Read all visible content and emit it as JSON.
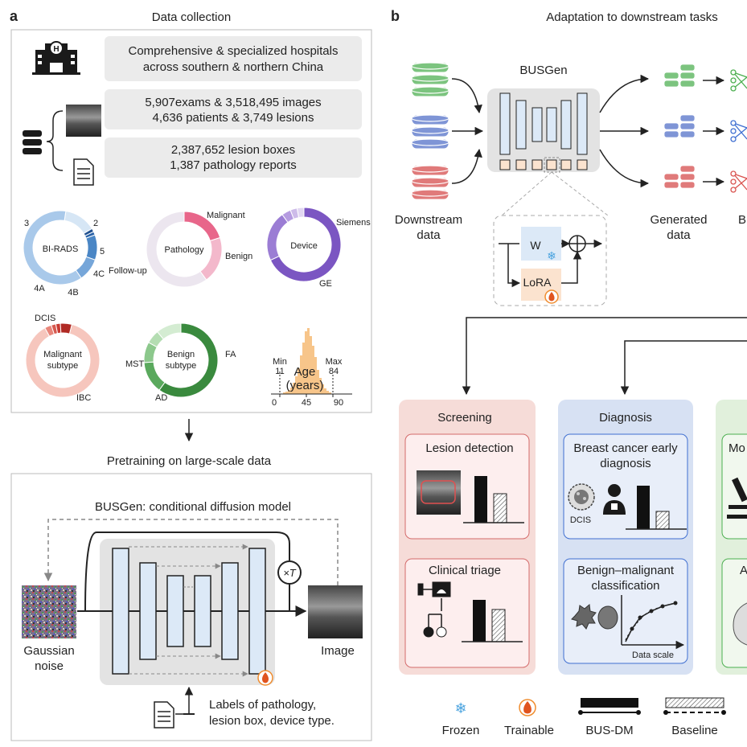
{
  "panel_a": {
    "letter": "a",
    "data_collection_title": "Data collection",
    "hospitals": [
      "Comprehensive & specialized hospitals",
      "across southern & northern China"
    ],
    "exams": [
      "5,907exams & 3,518,495 images",
      "4,636 patients & 3,749 lesions"
    ],
    "boxes": [
      "2,387,652 lesion boxes",
      "1,387 pathology reports"
    ],
    "donuts": {
      "birads": {
        "center": "BI-RADS",
        "labels": [
          "3",
          "2",
          "5",
          "4C",
          "4B",
          "4A"
        ]
      },
      "pathology": {
        "center": "Pathology",
        "labels": [
          "Malignant",
          "Benign",
          "Follow-up"
        ]
      },
      "device": {
        "center": "Device",
        "labels": [
          "Siemens",
          "GE"
        ]
      },
      "malignant": {
        "center": [
          "Malignant",
          "subtype"
        ],
        "labels": [
          "DCIS",
          "IBC"
        ]
      },
      "benign": {
        "center": [
          "Benign",
          "subtype"
        ],
        "labels": [
          "FA",
          "MST",
          "AD"
        ]
      }
    },
    "age": {
      "title": [
        "Age",
        "(years)"
      ],
      "min_label": "Min",
      "min_value": "11",
      "max_label": "Max",
      "max_value": "84",
      "ticks": [
        "0",
        "45",
        "90"
      ]
    },
    "pretraining_title": "Pretraining on large-scale data",
    "model_title": "BUSGen: conditional diffusion model",
    "noise_label": [
      "Gaussian",
      "noise"
    ],
    "image_label": "Image",
    "times_label": "×T",
    "labels_text": [
      "Labels of pathology,",
      "lesion box, device type."
    ]
  },
  "panel_b": {
    "letter": "b",
    "title": "Adaptation to downstream tasks",
    "busgen_label": "BUSGen",
    "downstream_label": [
      "Downstream",
      "data"
    ],
    "generated_label": [
      "Generated",
      "data"
    ],
    "truncated_label": "B",
    "w_label": "W",
    "lora_label": "LoRA",
    "screening": {
      "title": "Screening",
      "lesion_detection": "Lesion detection",
      "clinical_triage": "Clinical triage"
    },
    "diagnosis": {
      "title": "Diagnosis",
      "early": [
        "Breast cancer early",
        "diagnosis"
      ],
      "dcis": "DCIS",
      "benign_malignant": [
        "Benign–malignant",
        "classification"
      ],
      "data_scale": "Data scale"
    },
    "third_col": {
      "top_truncated": "Mo",
      "bottom_truncated": "A"
    },
    "legend": {
      "frozen": "Frozen",
      "trainable": "Trainable",
      "busdm": "BUS-DM",
      "baseline": "Baseline"
    }
  },
  "colors": {
    "green": "#7cc47f",
    "blue": "#7f95d6",
    "red": "#e07a7a",
    "screening_bg": "#f6dcd8",
    "diagnosis_bg": "#d7e1f3",
    "third_bg": "#e1f0dc",
    "panel_bg": "#f3f3f3",
    "model_bg": "#e3e3e3",
    "block_fill": "#dce9f7",
    "flame": "#f08c2e"
  }
}
